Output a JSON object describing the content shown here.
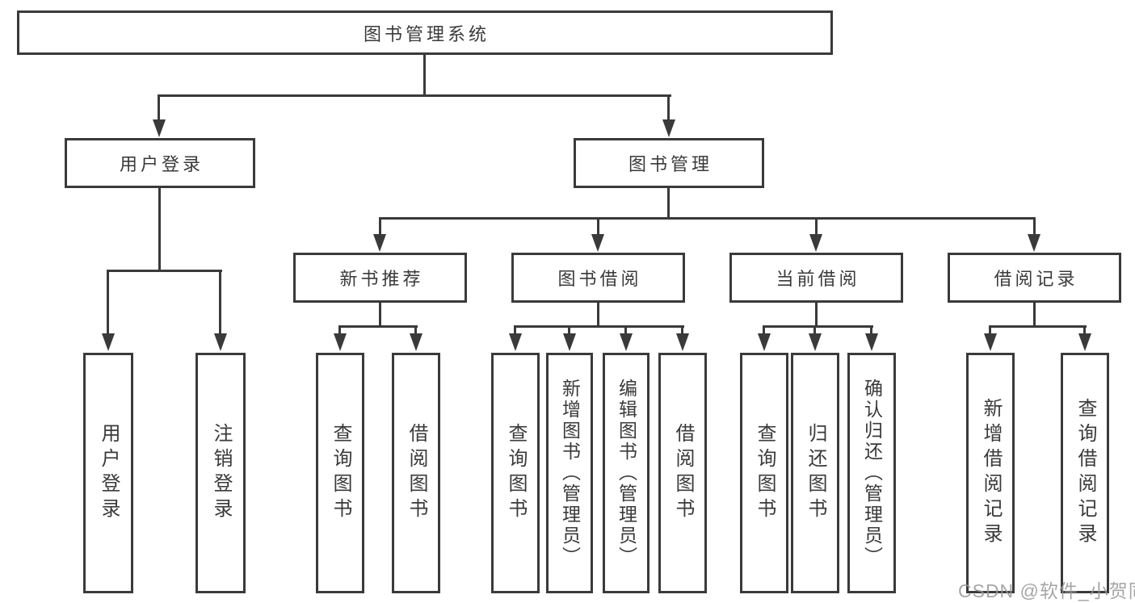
{
  "diagram": {
    "root": {
      "label": "图书管理系统"
    },
    "level2": {
      "user_login": {
        "label": "用户登录"
      },
      "book_management": {
        "label": "图书管理"
      }
    },
    "level3": {
      "new_book_recommend": {
        "label": "新书推荐"
      },
      "book_borrow": {
        "label": "图书借阅"
      },
      "current_borrow": {
        "label": "当前借阅"
      },
      "borrow_records": {
        "label": "借阅记录"
      }
    },
    "leaves": {
      "user_login": [
        "用户登录",
        "注销登录"
      ],
      "new_book_recommend": [
        "查询图书",
        "借阅图书"
      ],
      "book_borrow": [
        "查询图书",
        "新增图书（管理员）",
        "编辑图书（管理员）",
        "借阅图书"
      ],
      "current_borrow": [
        "查询图书",
        "归还图书",
        "确认归还（管理员）"
      ],
      "borrow_records": [
        "新增借阅记录",
        "查询借阅记录"
      ]
    }
  },
  "watermark": {
    "text": "CSDN @软件_小贺同学"
  },
  "colors": {
    "line": "#3a3a3a",
    "text": "#3a3a3a",
    "background": "#ffffff",
    "watermark": "#969696"
  }
}
